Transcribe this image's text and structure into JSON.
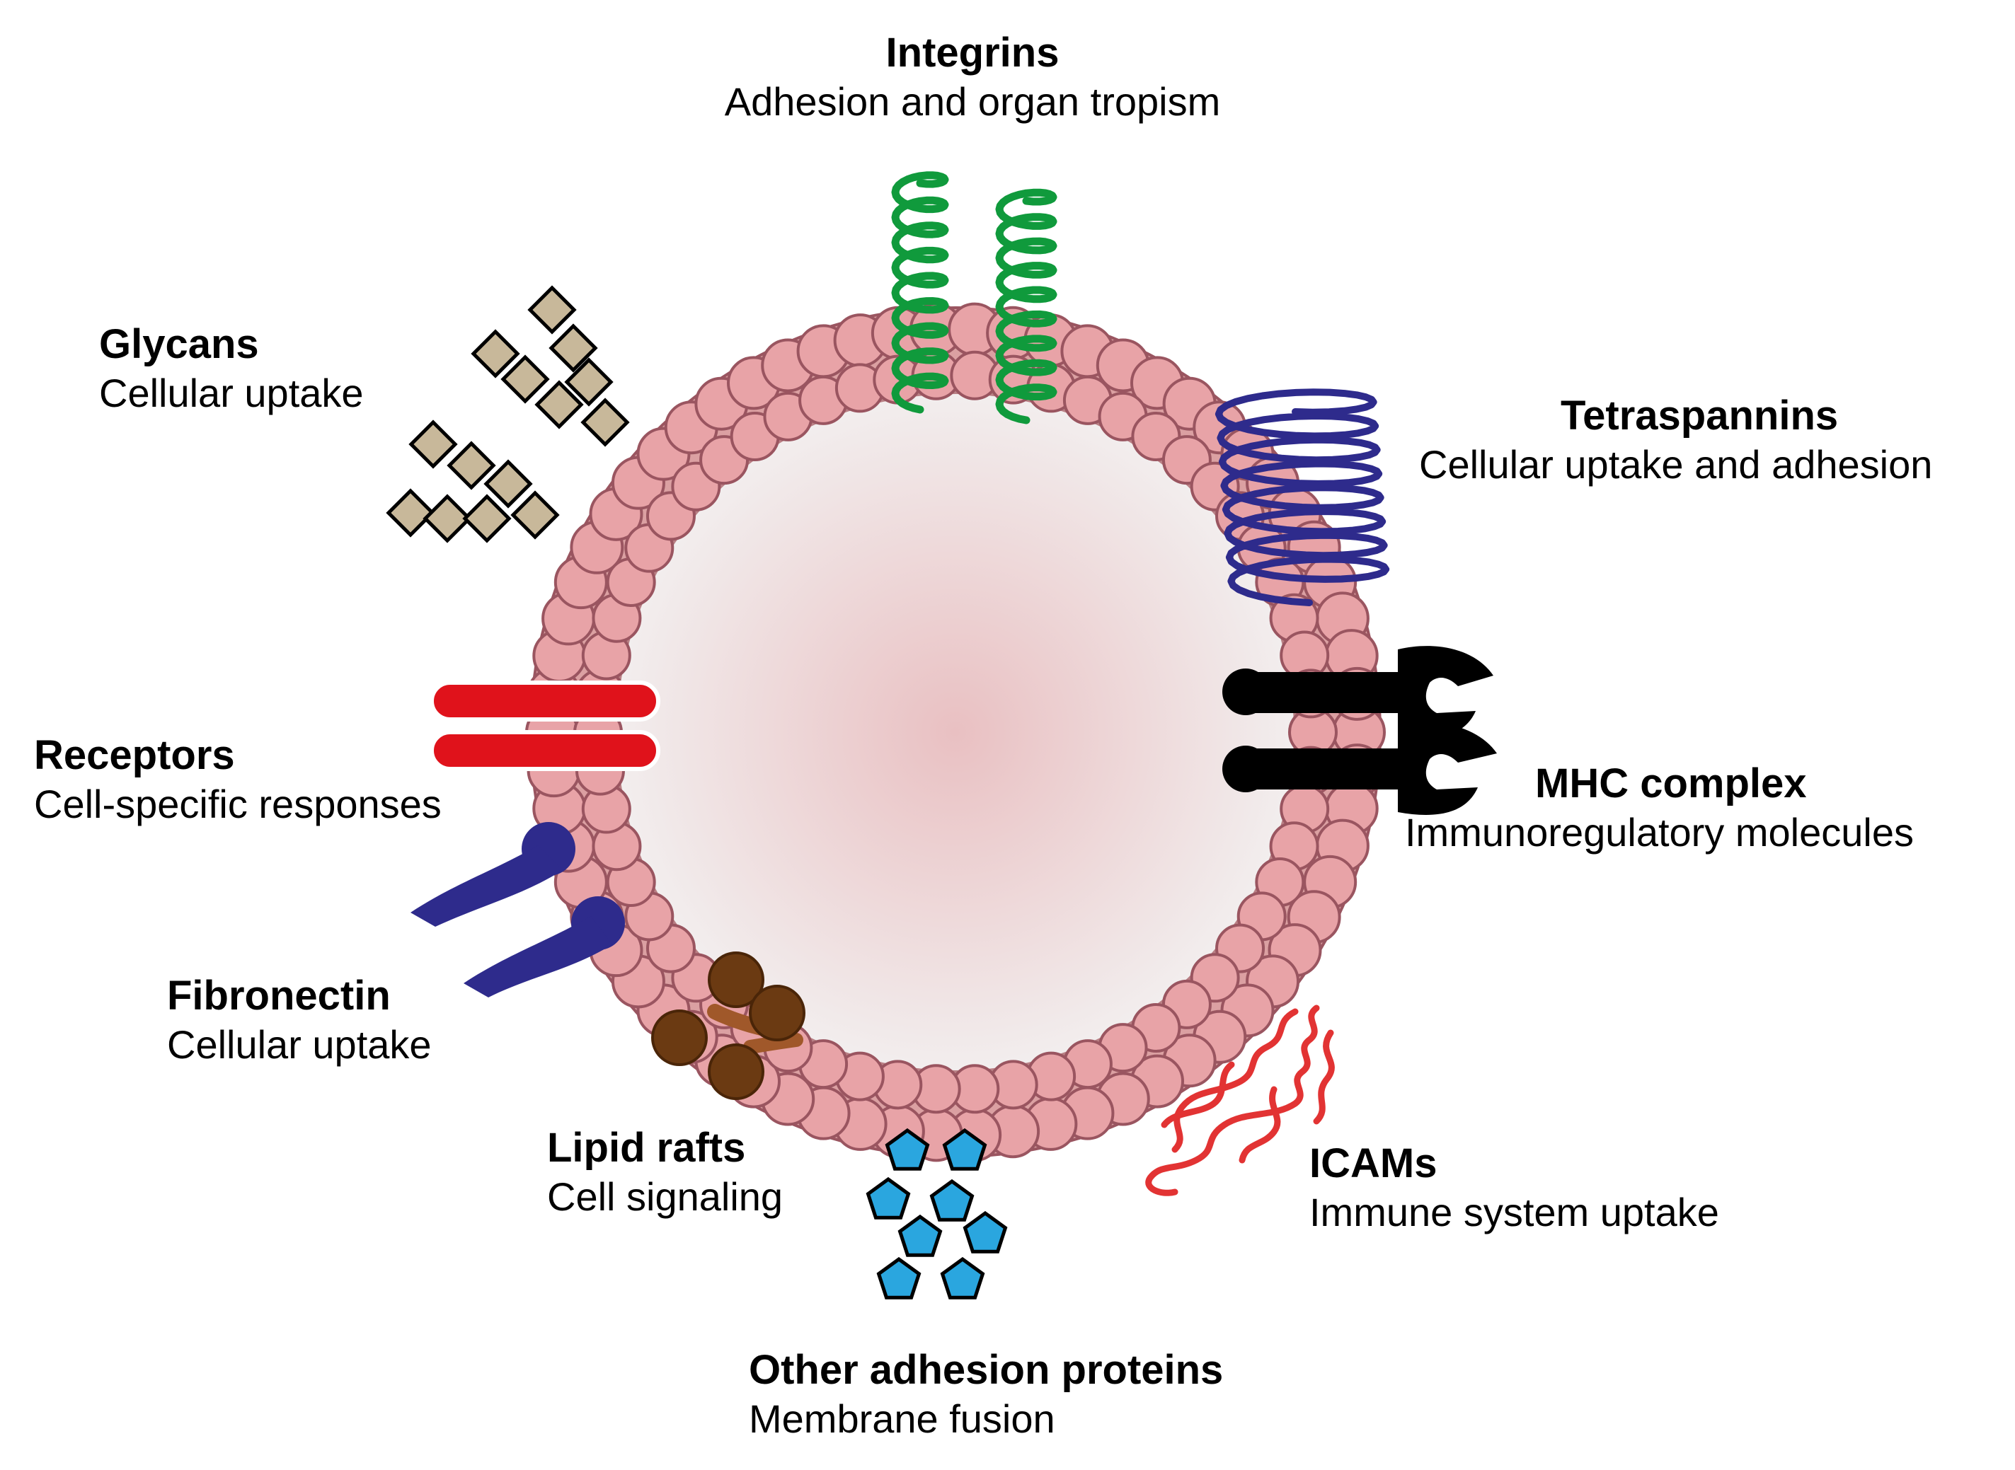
{
  "labels": {
    "integrins": {
      "title": "Integrins",
      "subtitle": "Adhesion and organ tropism"
    },
    "glycans": {
      "title": "Glycans",
      "subtitle": "Cellular uptake"
    },
    "tetraspannins": {
      "title": "Tetraspannins",
      "subtitle": "Cellular uptake and adhesion"
    },
    "receptors": {
      "title": "Receptors",
      "subtitle": "Cell-specific responses"
    },
    "mhc": {
      "title": "MHC complex",
      "subtitle": "Immunoregulatory molecules"
    },
    "fibronectin": {
      "title": "Fibronectin",
      "subtitle": "Cellular uptake"
    },
    "lipid_rafts": {
      "title": "Lipid rafts",
      "subtitle": "Cell signaling"
    },
    "icams": {
      "title": "ICAMs",
      "subtitle": "Immune system uptake"
    },
    "adhesion": {
      "title": "Other adhesion proteins",
      "subtitle": "Membrane fusion"
    }
  },
  "colors": {
    "lipid_head": "#e8a3a7",
    "lipid_stroke": "#9a5560",
    "membrane": "#dba0a2",
    "core_center": "#e9c0c2",
    "core_edge": "#f2eeee",
    "integrins": "#109a3c",
    "tetraspannins": "#2e2b8c",
    "glycans": "#c8b89a",
    "receptors": "#e0121b",
    "mhc": "#000000",
    "fibronectin": "#2e2b8c",
    "lipid_rafts": "#6b3a12",
    "icams": "#e23333",
    "adhesion": "#2aa6df"
  }
}
